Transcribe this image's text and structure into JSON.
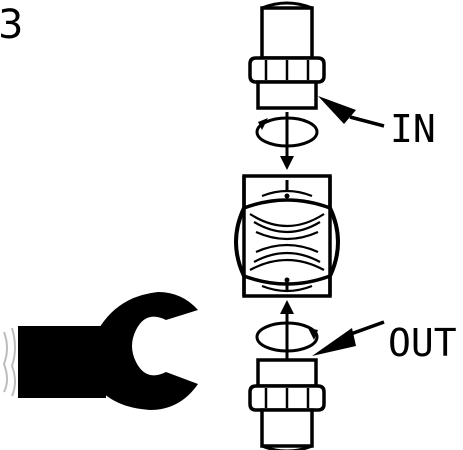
{
  "step_number": "3",
  "labels": {
    "in": "IN",
    "out": "OUT"
  },
  "colors": {
    "ink": "#000000",
    "paper": "#ffffff",
    "wrench_motion": "#cfcfcf"
  },
  "icons": [
    "pipe-icon",
    "hex-nut-icon",
    "rotation-arrow-icon",
    "filter-housing-icon",
    "wrench-icon"
  ]
}
